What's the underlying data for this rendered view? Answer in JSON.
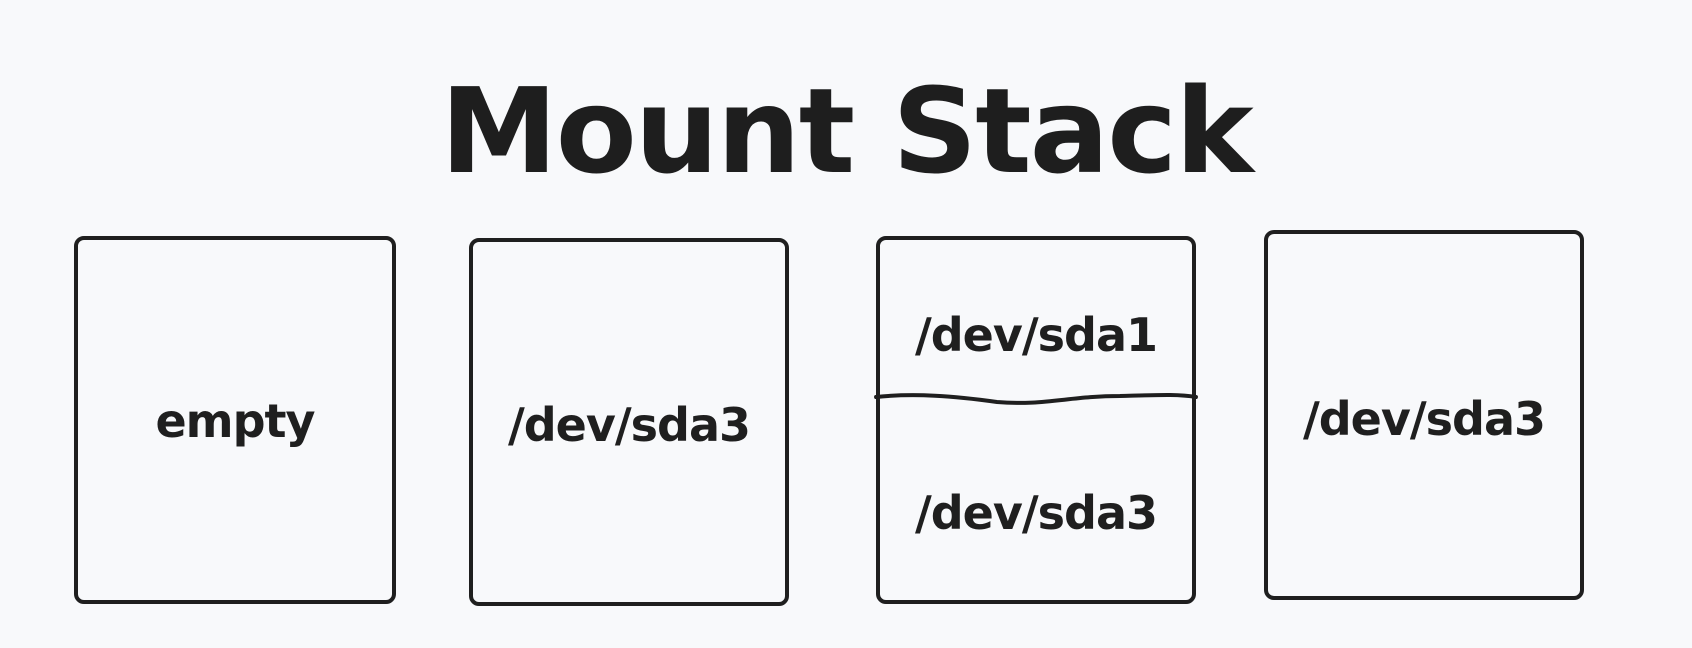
{
  "title": "Mount Stack",
  "states": [
    {
      "layers": [
        "empty"
      ]
    },
    {
      "layers": [
        "/dev/sda3"
      ]
    },
    {
      "layers": [
        "/dev/sda1",
        "/dev/sda3"
      ]
    },
    {
      "layers": [
        "/dev/sda3"
      ]
    }
  ],
  "colors": {
    "background": "#f8f9fb",
    "stroke": "#1f1f1f",
    "text": "#1e1e1e"
  }
}
